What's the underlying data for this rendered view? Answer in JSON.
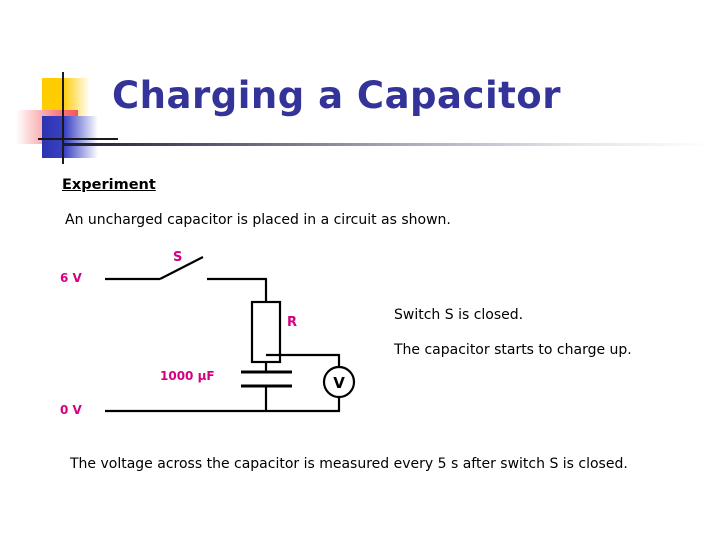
{
  "slide": {
    "title": "Charging a Capacitor",
    "title_color": "#33339a",
    "background_color": "#ffffff"
  },
  "logo": {
    "yellow": "#ffcc00",
    "red": "#f4545a",
    "blue": "#2b33b0",
    "cross": "#1a1a1a"
  },
  "content": {
    "section_heading": "Experiment",
    "intro_line": "An uncharged capacitor is placed in a circuit as shown.",
    "note_switch_closed": "Switch S is closed.",
    "note_charge_up": "The capacitor starts to charge up.",
    "closing_line": "The voltage across the capacitor is measured every 5 s after switch S is closed."
  },
  "circuit": {
    "label_color": "#d6007f",
    "wire_color": "#000000",
    "labels": {
      "supply_high": "6 V",
      "supply_low": "0 V",
      "switch": "S",
      "resistor": "R",
      "capacitor": "1000 µF",
      "voltmeter": "V"
    },
    "components": [
      {
        "name": "switch",
        "type": "open-switch",
        "label": "S"
      },
      {
        "name": "resistor",
        "type": "rectangle-resistor",
        "label": "R"
      },
      {
        "name": "capacitor",
        "type": "parallel-plate",
        "label": "1000 µF"
      },
      {
        "name": "voltmeter",
        "type": "circle-meter",
        "label": "V"
      }
    ]
  }
}
